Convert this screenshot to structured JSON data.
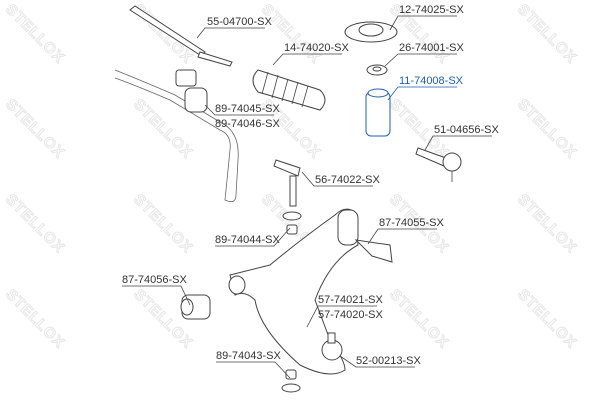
{
  "watermark": "STELLOX",
  "highlight_color": "#1f5fb0",
  "labels": {
    "p1": "55-04700-SX",
    "p2": "12-74025-SX",
    "p3": "14-74020-SX",
    "p4": "26-74001-SX",
    "p5": "11-74008-SX",
    "p6": "89-74045-SX",
    "p7": "89-74046-SX",
    "p8": "51-04656-SX",
    "p9": "56-74022-SX",
    "p10": "87-74055-SX",
    "p11": "89-74044-SX",
    "p12": "87-74056-SX",
    "p13": "57-74021-SX",
    "p14": "57-74020-SX",
    "p15": "89-74043-SX",
    "p16": "52-00213-SX"
  }
}
